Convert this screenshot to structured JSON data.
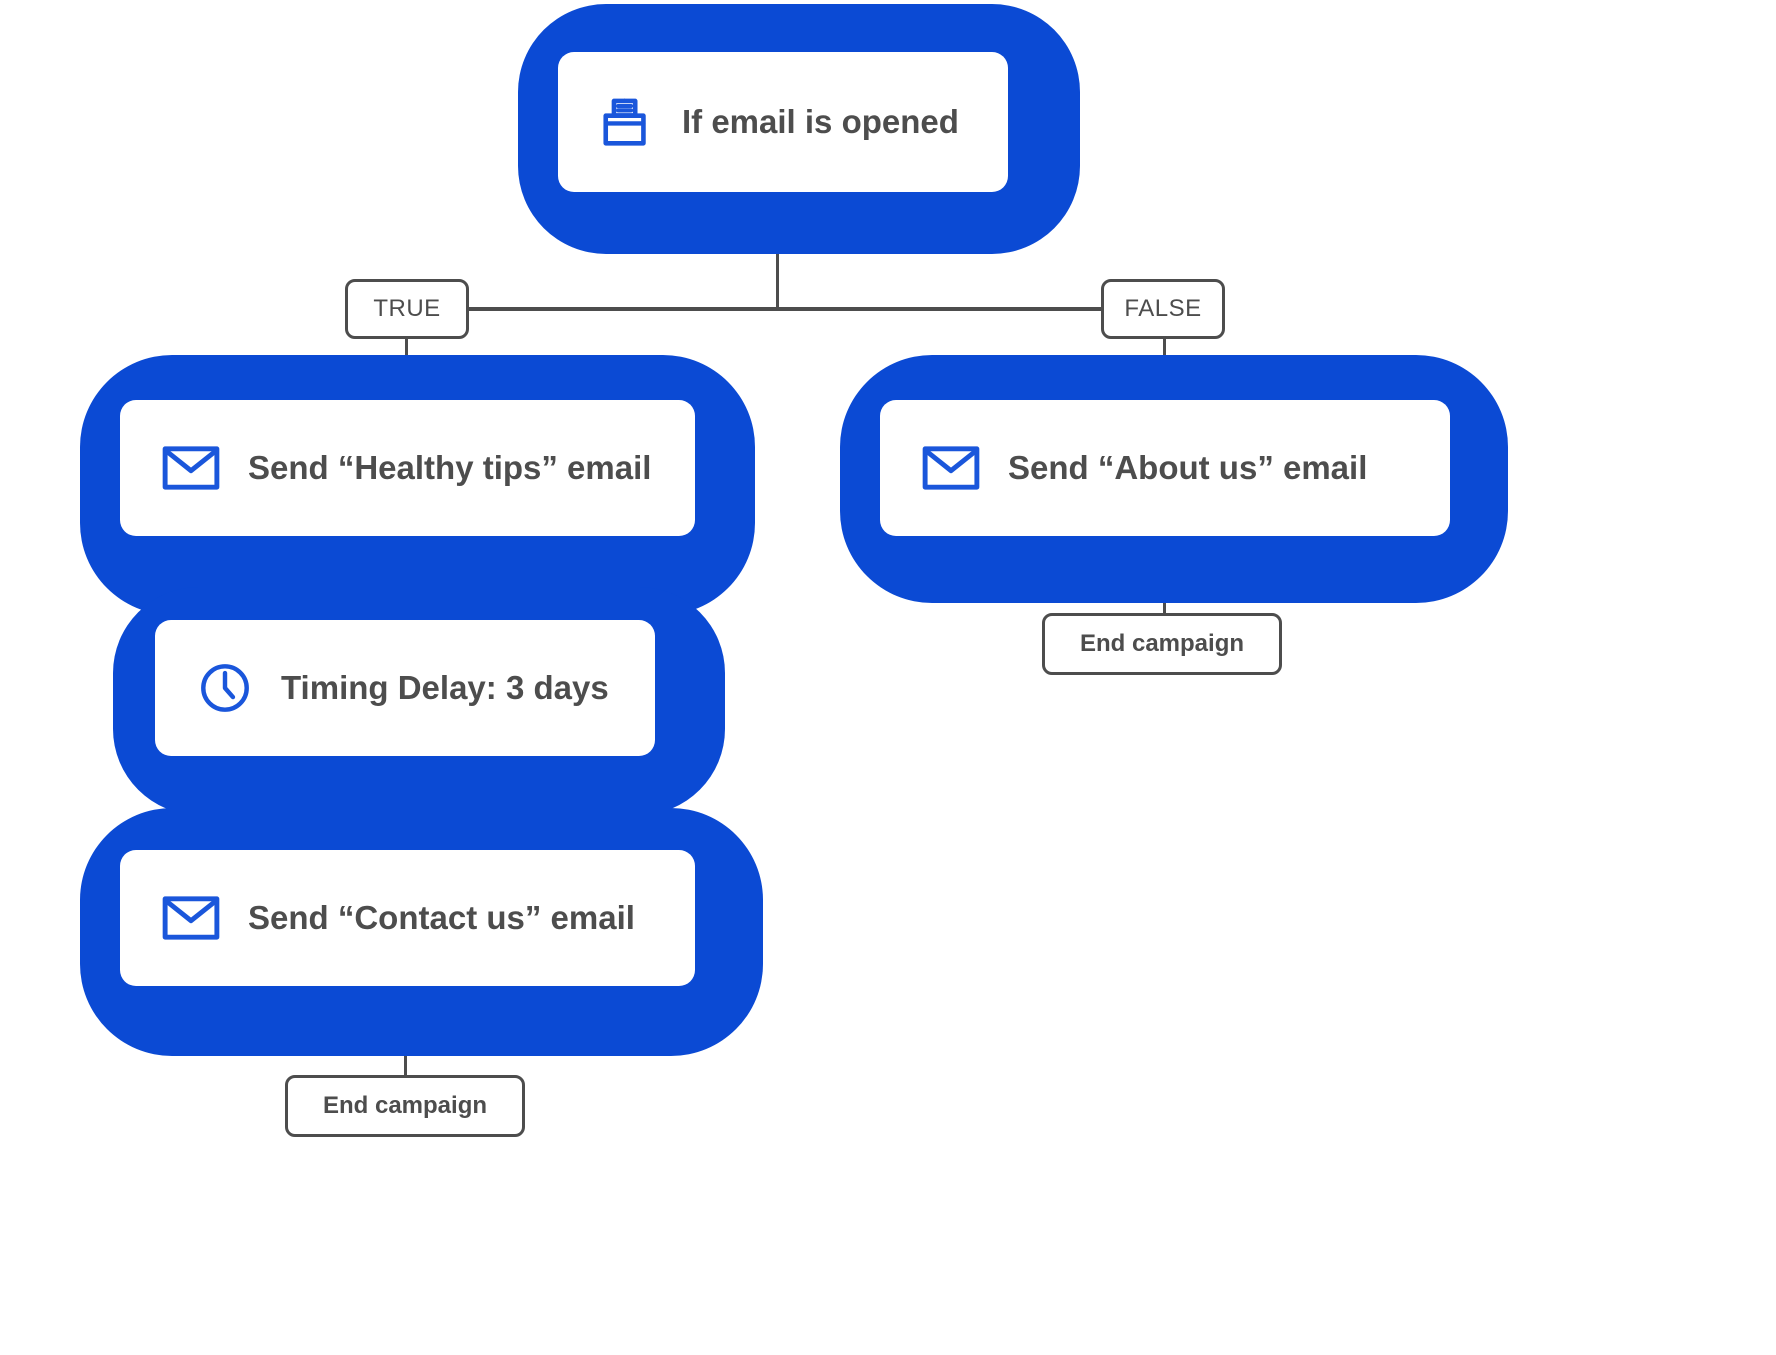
{
  "diagram": {
    "type": "flowchart",
    "title": "Email campaign automation flow",
    "colors": {
      "accent_blue": "#0b4ad4",
      "icon_blue": "#1a56db",
      "text_gray": "#4d4d4d",
      "card_white": "#ffffff"
    },
    "nodes": {
      "root": {
        "id": "if-email-opened",
        "label": "If email is opened",
        "icon": "inbox-tray-icon",
        "kind": "condition"
      },
      "branch_true": {
        "id": "branch-true",
        "label": "TRUE"
      },
      "branch_false": {
        "id": "branch-false",
        "label": "FALSE"
      },
      "healthy_tips": {
        "id": "send-healthy-tips-email",
        "label": "Send “Healthy tips” email",
        "icon": "envelope-icon",
        "kind": "action"
      },
      "timing_delay": {
        "id": "timing-delay",
        "label": "Timing Delay: 3 days",
        "icon": "clock-icon",
        "kind": "delay",
        "delay_value": "3",
        "delay_unit": "days"
      },
      "contact_us": {
        "id": "send-contact-us-email",
        "label": "Send “Contact us” email",
        "icon": "envelope-icon",
        "kind": "action"
      },
      "about_us": {
        "id": "send-about-us-email",
        "label": "Send “About us” email",
        "icon": "envelope-icon",
        "kind": "action"
      },
      "end_left": {
        "id": "end-campaign-true-branch",
        "label": "End campaign"
      },
      "end_right": {
        "id": "end-campaign-false-branch",
        "label": "End campaign"
      }
    },
    "edges": [
      {
        "from": "if-email-opened",
        "to": "send-healthy-tips-email",
        "label": "TRUE"
      },
      {
        "from": "if-email-opened",
        "to": "send-about-us-email",
        "label": "FALSE"
      },
      {
        "from": "send-healthy-tips-email",
        "to": "timing-delay",
        "label": ""
      },
      {
        "from": "timing-delay",
        "to": "send-contact-us-email",
        "label": ""
      },
      {
        "from": "send-contact-us-email",
        "to": "end-campaign-true-branch",
        "label": ""
      },
      {
        "from": "send-about-us-email",
        "to": "end-campaign-false-branch",
        "label": ""
      }
    ]
  }
}
